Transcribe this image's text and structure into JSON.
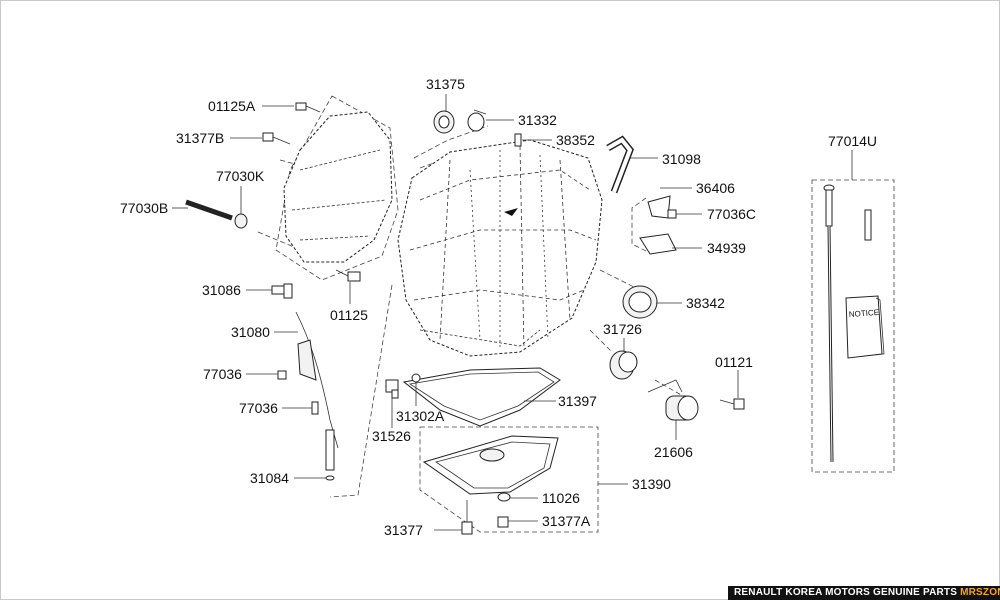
{
  "parts": {
    "p01125A": "01125A",
    "p31377B": "31377B",
    "p77030K": "77030K",
    "p77030B": "77030B",
    "p01125": "01125",
    "p31086": "31086",
    "p31080": "31080",
    "p77036a": "77036",
    "p77036b": "77036",
    "p31084": "31084",
    "p31375": "31375",
    "p31332": "31332",
    "p38352": "38352",
    "p31098": "31098",
    "p36406": "36406",
    "p77036C": "77036C",
    "p34939": "34939",
    "p38342": "38342",
    "p31726": "31726",
    "p01121": "01121",
    "p21606": "21606",
    "p31397": "31397",
    "p31302A": "31302A",
    "p31526": "31526",
    "p31390": "31390",
    "p11026": "11026",
    "p31377A": "31377A",
    "p31377": "31377",
    "p77014U": "77014U"
  },
  "booklet_text": "NOTICE",
  "footer": {
    "text": "RENAULT KOREA MOTORS GENUINE PARTS",
    "brand": "MRSZONE",
    "brand_color": "#f2a81d"
  }
}
